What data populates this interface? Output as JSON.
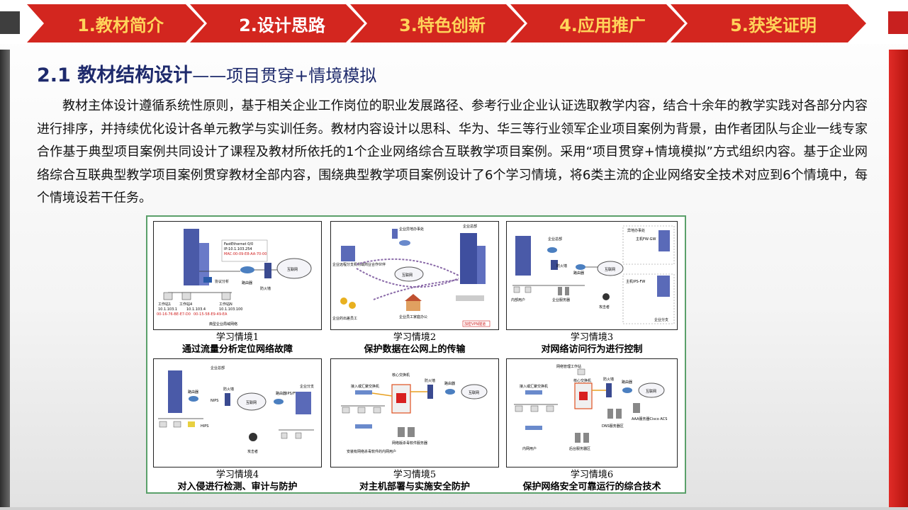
{
  "nav": {
    "items": [
      {
        "label": "1.教材简介"
      },
      {
        "label": "2.设计思路"
      },
      {
        "label": "3.特色创新"
      },
      {
        "label": "4.应用推广"
      },
      {
        "label": "5.获奖证明"
      }
    ],
    "active_index": 1,
    "colors": {
      "chevron": "#d3261f",
      "text": "#ffd45a",
      "active_text": "#ffffff"
    }
  },
  "heading": {
    "main": "2.1 教材结构设计",
    "sub": "——项目贯穿+情境模拟"
  },
  "body_text": "教材主体设计遵循系统性原则，基于相关企业工作岗位的职业发展路径、参考行业企业认证选取教学内容，结合十余年的教学实践对各部分内容进行排序，并持续优化设计各单元教学与实训任务。教材内容设计以思科、华为、华三等行业领军企业项目案例为背景，由作者团队与企业一线专家合作基于典型项目案例共同设计了课程及教材所依托的1个企业网络综合互联教学项目案例。采用“项目贯穿+情境模拟”方式组织内容。基于企业网络综合互联典型教学项目案例贯穿教材全部内容，围绕典型教学项目案例设计了6个学习情境，将6类主流的企业网络安全技术对应到6个情境中，每个情境设若干任务。",
  "scenarios": [
    {
      "title": "学习情境1",
      "desc": "通过流量分析定位网络故障",
      "diagram_caption": "典型企业局域网络",
      "labels": [
        "FastEthernet 0/0",
        "IP:10.1.103.254",
        "MAC:00-09-E8-AA-70-00",
        "路由器",
        "防火墙",
        "互联网",
        "协议分析",
        "工作站1",
        "工作站4",
        "工作站N",
        "10.1.103.1",
        "10.1.103.4",
        "10.1.103.100",
        "00-16-76-BE-E7-D0",
        "00-15-58-E9-49-EA"
      ]
    },
    {
      "title": "学习情境2",
      "desc": "保护数据在公网上的传输",
      "labels": [
        "企业异地办事处",
        "企业总部",
        "企业远程分支机构或商业合作伙伴",
        "企业的出差员工",
        "企业员工家庭办公",
        "互联网",
        "加密VPN隧道"
      ]
    },
    {
      "title": "学习情境3",
      "desc": "对网络访问行为进行控制",
      "labels": [
        "企业总部",
        "防火墙",
        "路由器",
        "互联网",
        "内部用户",
        "企业服务器",
        "攻击者",
        "异地办事处",
        "主机FW-GW",
        "主机IPS-FW",
        "企业分支"
      ]
    },
    {
      "title": "学习情境4",
      "desc": "对入侵进行检测、审计与防护",
      "labels": [
        "企业总部",
        "路由器",
        "防火墙",
        "NIPS",
        "HIPS",
        "互联网",
        "路由器IPS/FW",
        "企业分支",
        "攻击者"
      ]
    },
    {
      "title": "学习情境5",
      "desc": "对主机部署与实施安全防护",
      "labels": [
        "接入或汇聚交换机",
        "核心交换机",
        "防火墙",
        "路由器",
        "互联网",
        "安装有网络杀毒软件的内网用户",
        "网络版杀毒软件服务器"
      ]
    },
    {
      "title": "学习情境6",
      "desc": "保护网络安全可靠运行的综合技术",
      "labels": [
        "网络管理工作站",
        "接入或汇聚交换机",
        "核心交换机",
        "防火墙",
        "路由器",
        "互联网",
        "AAA服务器Cisco ACS",
        "DNS服务器区",
        "内网用户",
        "后台服务器区"
      ]
    }
  ]
}
